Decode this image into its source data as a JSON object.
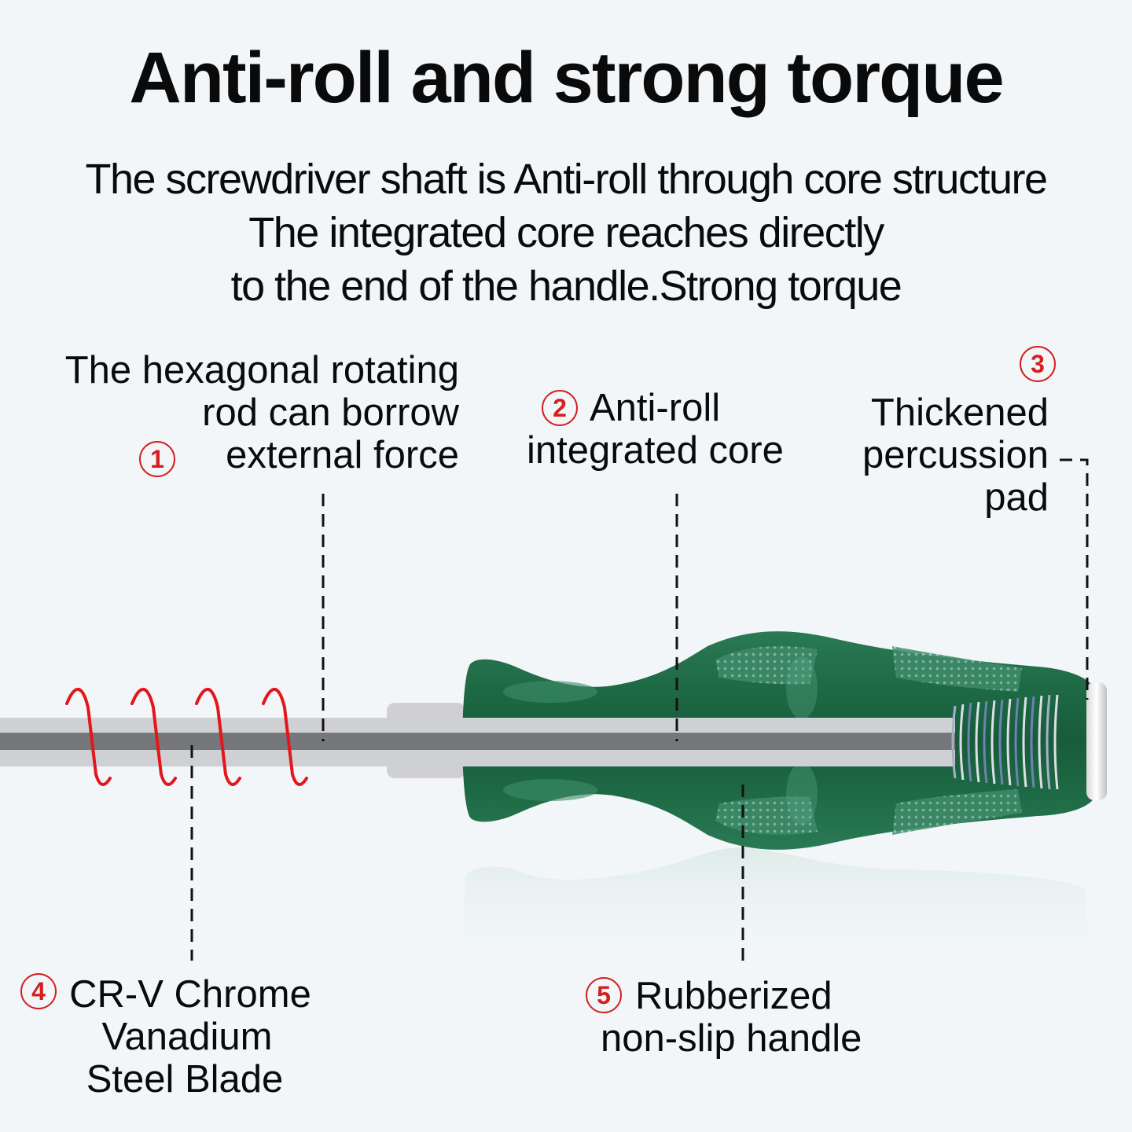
{
  "title": "Anti-roll and strong torque",
  "subtitle": {
    "lines": [
      "The screwdriver shaft is Anti-roll through core structure",
      "The integrated core reaches directly",
      "to the end of the handle.Strong torque"
    ]
  },
  "callouts": [
    {
      "number": "1",
      "lines": [
        "The hexagonal rotating",
        "rod can borrow",
        "external force"
      ]
    },
    {
      "number": "2",
      "lines": [
        "Anti-roll",
        "integrated core"
      ]
    },
    {
      "number": "3",
      "lines": [
        "Thickened",
        "percussion",
        "pad"
      ]
    },
    {
      "number": "4",
      "lines": [
        "CR-V Chrome",
        "Vanadium",
        "Steel Blade"
      ]
    },
    {
      "number": "5",
      "lines": [
        "Rubberized",
        "non-slip handle"
      ]
    }
  ],
  "colors": {
    "background": "#f2f6f9",
    "accent_red": "#d42020",
    "handle_green": "#1f6b47",
    "shaft_light": "#cfd0d3",
    "shaft_dark": "#76777b"
  }
}
